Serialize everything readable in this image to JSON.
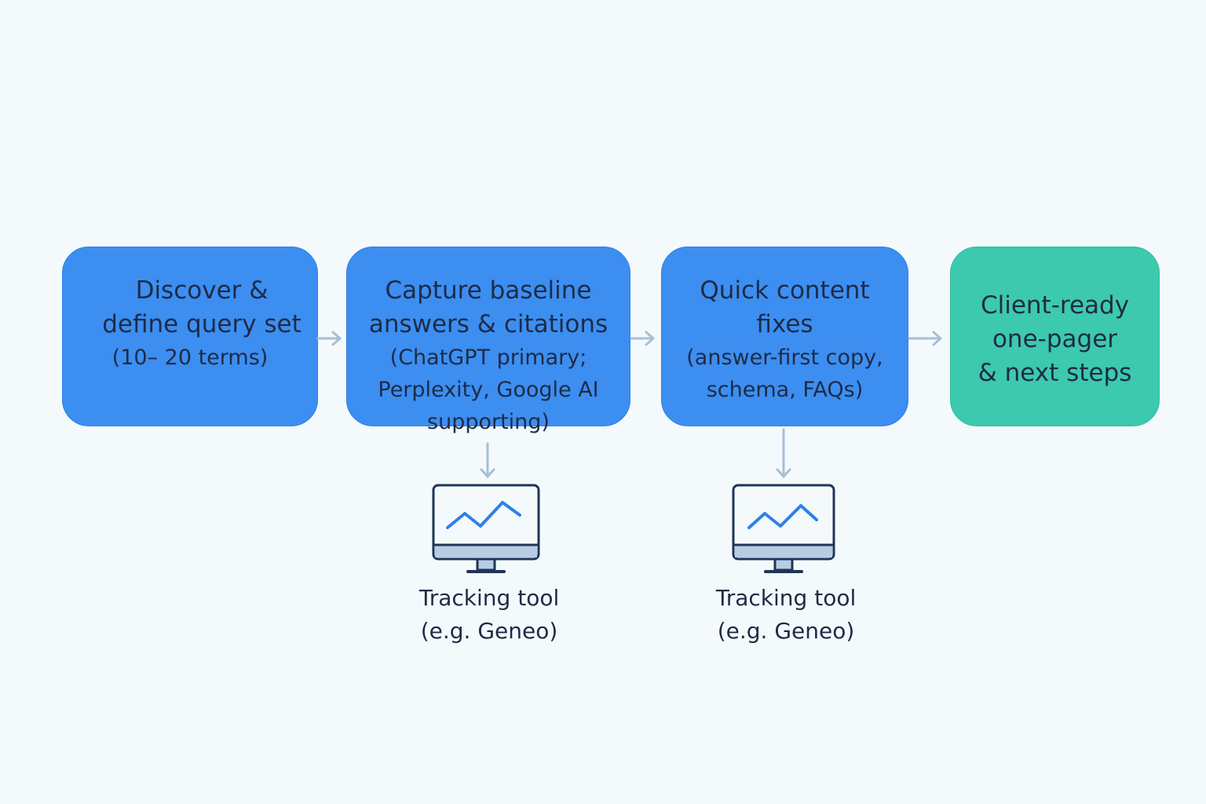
{
  "steps": [
    {
      "title": "Discover &\ndefine query set",
      "subtitle": "(10– 20 terms)",
      "color": "#3c8ef1"
    },
    {
      "title": "Capture baseline\nanswers & citations",
      "subtitle": "(ChatGPT primary;\nPerplexity, Google AI\nsupporting)",
      "color": "#3c8ef1"
    },
    {
      "title": "Quick content\nfixes",
      "subtitle": "(answer-first copy,\nschema, FAQs)",
      "color": "#3c8ef1"
    },
    {
      "title": "Client-ready\none-pager\n& next steps",
      "color": "#3cc9ad"
    }
  ],
  "tools": [
    {
      "label": "Tracking tool\n(e.g. Geneo)",
      "icon": "monitor-chart-icon"
    },
    {
      "label": "Tracking tool\n(e.g. Geneo)",
      "icon": "monitor-chart-icon"
    }
  ],
  "colors": {
    "connector": "#a9bed6",
    "monitor_outline": "#1e3556",
    "monitor_line": "#2f80e8"
  }
}
